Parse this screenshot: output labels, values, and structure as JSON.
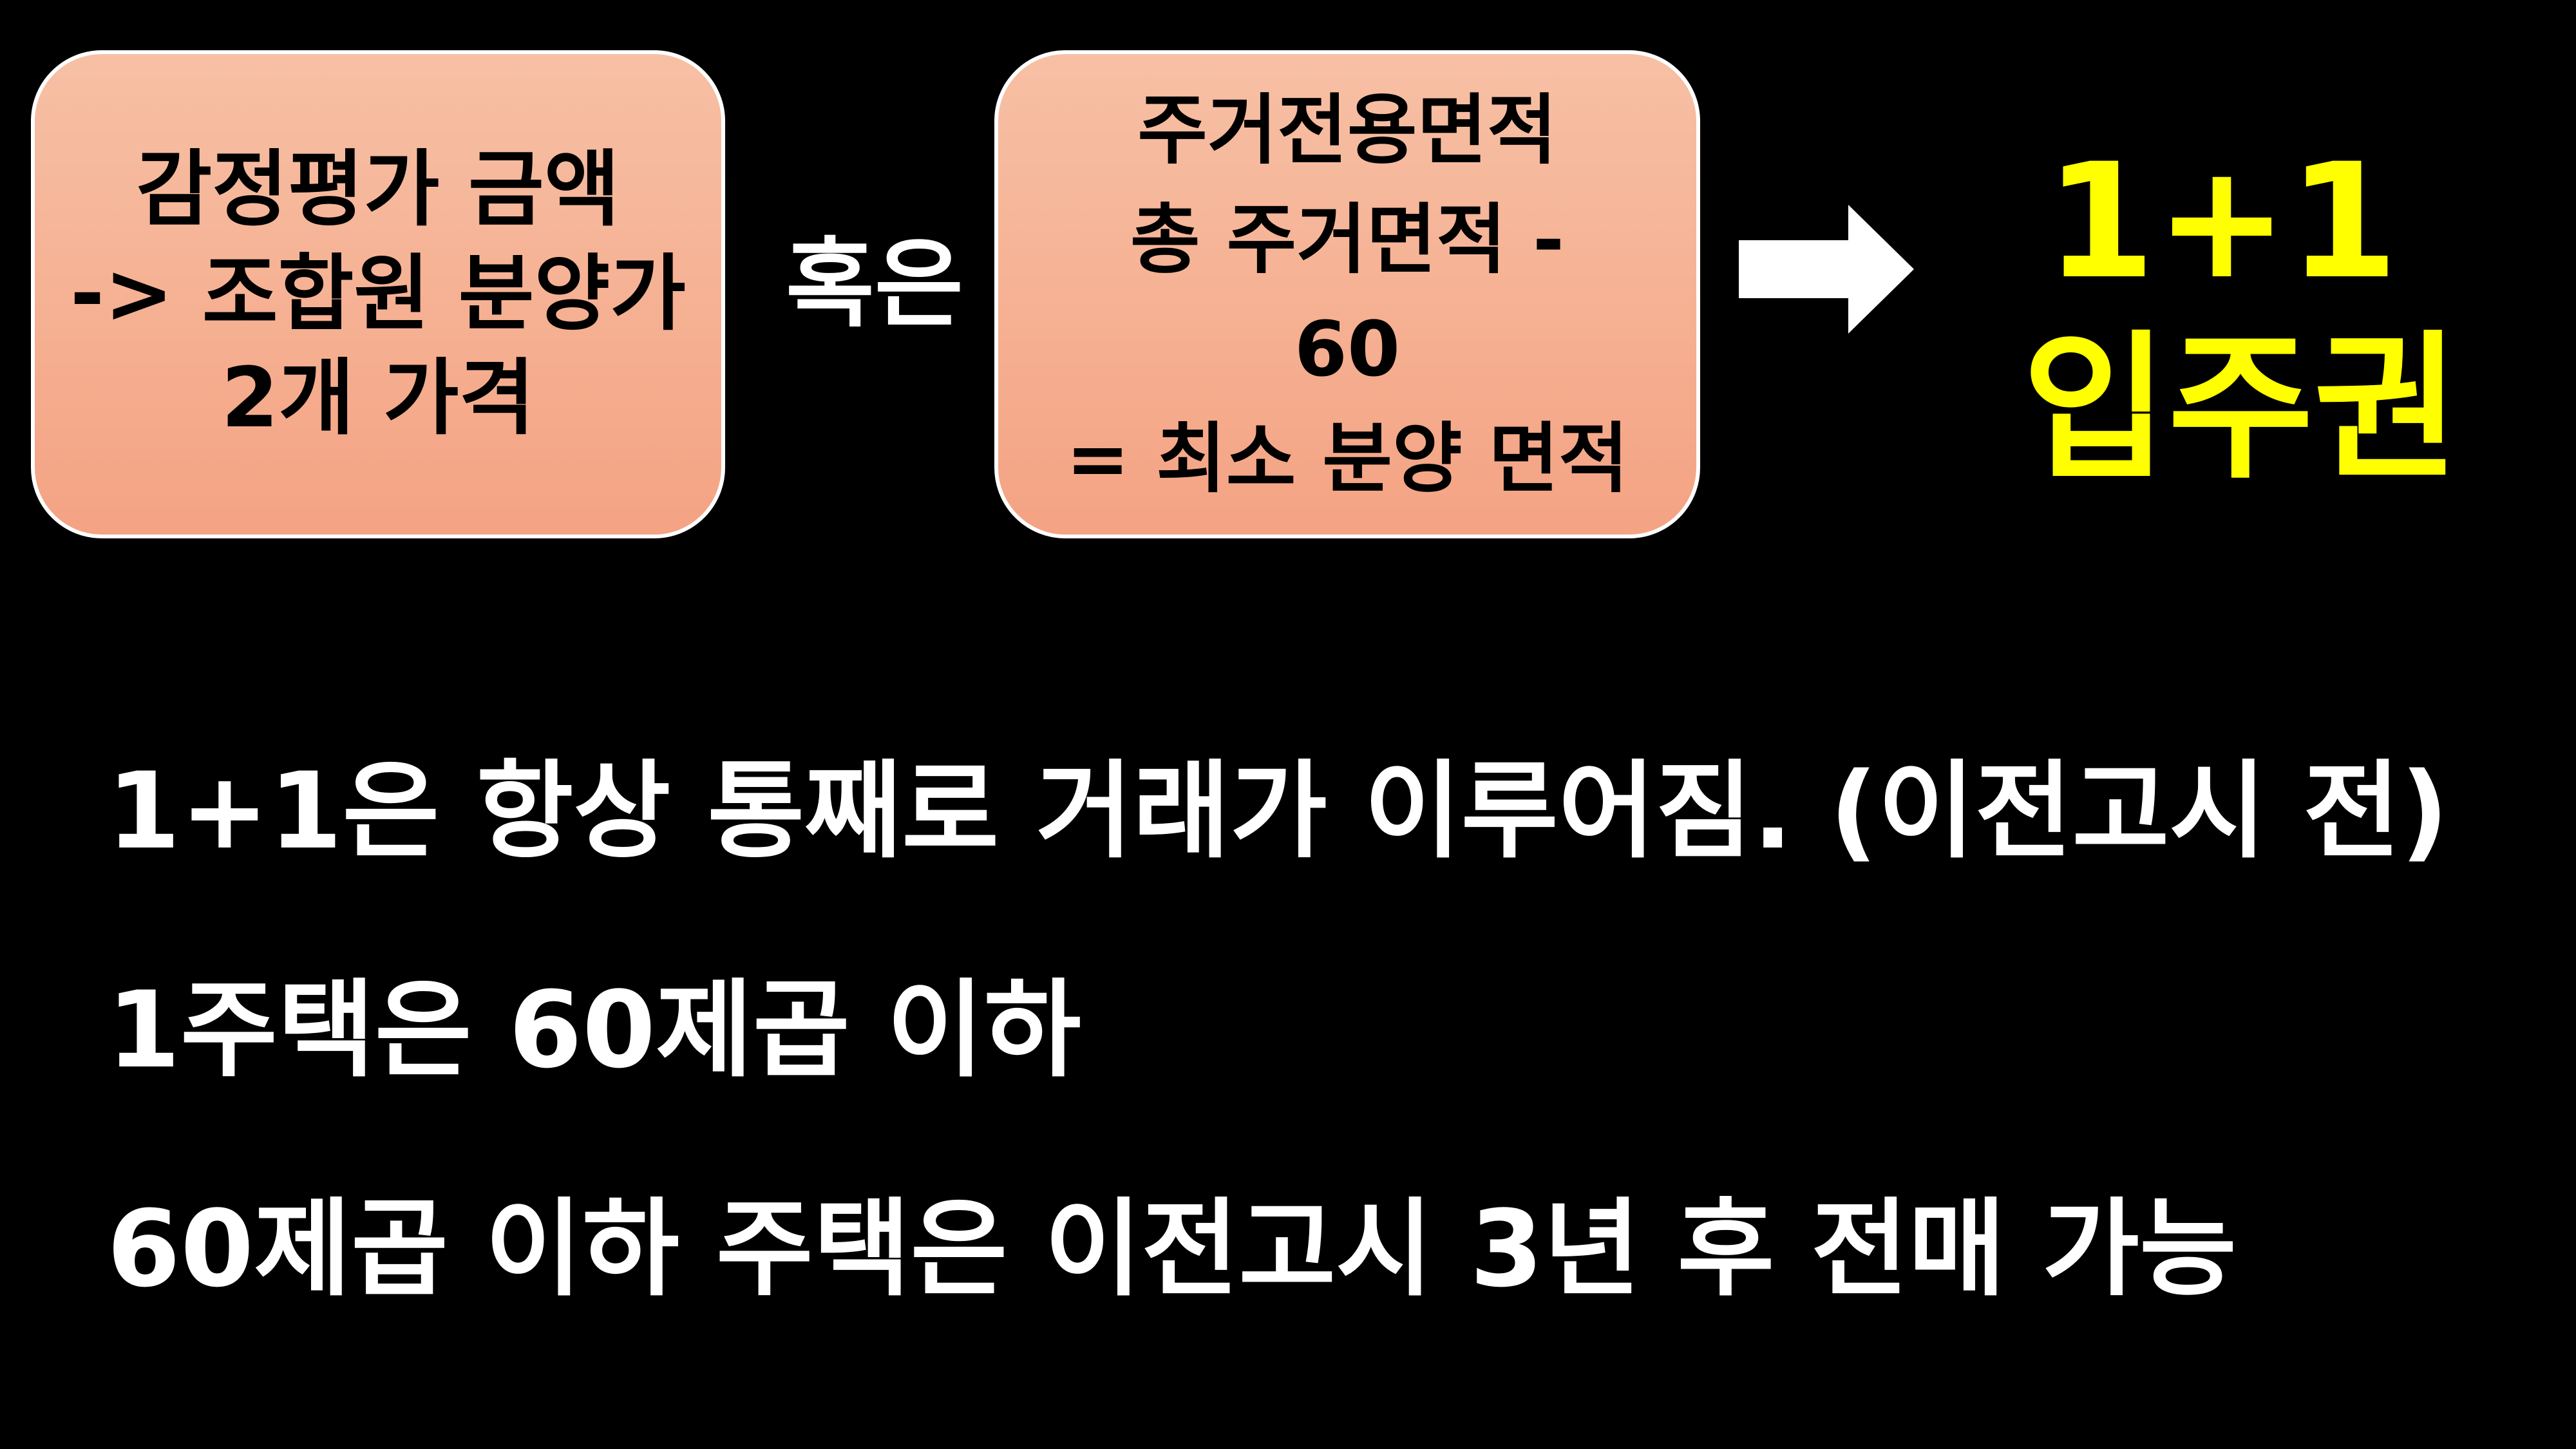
{
  "left_box": {
    "lines": [
      "감정평가 금액",
      "-> 조합원 분양가",
      "2개 가격"
    ]
  },
  "connector_label": "혹은",
  "right_box": {
    "lines": [
      "주거전용면적",
      "총 주거면적 -",
      "60",
      "= 최소 분양 면적"
    ]
  },
  "arrow_icon": "right-arrow-icon",
  "result": {
    "lines": [
      "1+1",
      "입주권"
    ]
  },
  "notes": [
    "1+1은 항상 통째로 거래가 이루어짐. (이전고시 전)",
    "1주택은 60제곱 이하",
    "60제곱 이하 주택은 이전고시 3년 후 전매 가능"
  ],
  "colors": {
    "background": "#000000",
    "box_fill": "#f4a383",
    "box_border": "#ffffff",
    "result_text": "#ffff00",
    "body_text": "#ffffff"
  }
}
